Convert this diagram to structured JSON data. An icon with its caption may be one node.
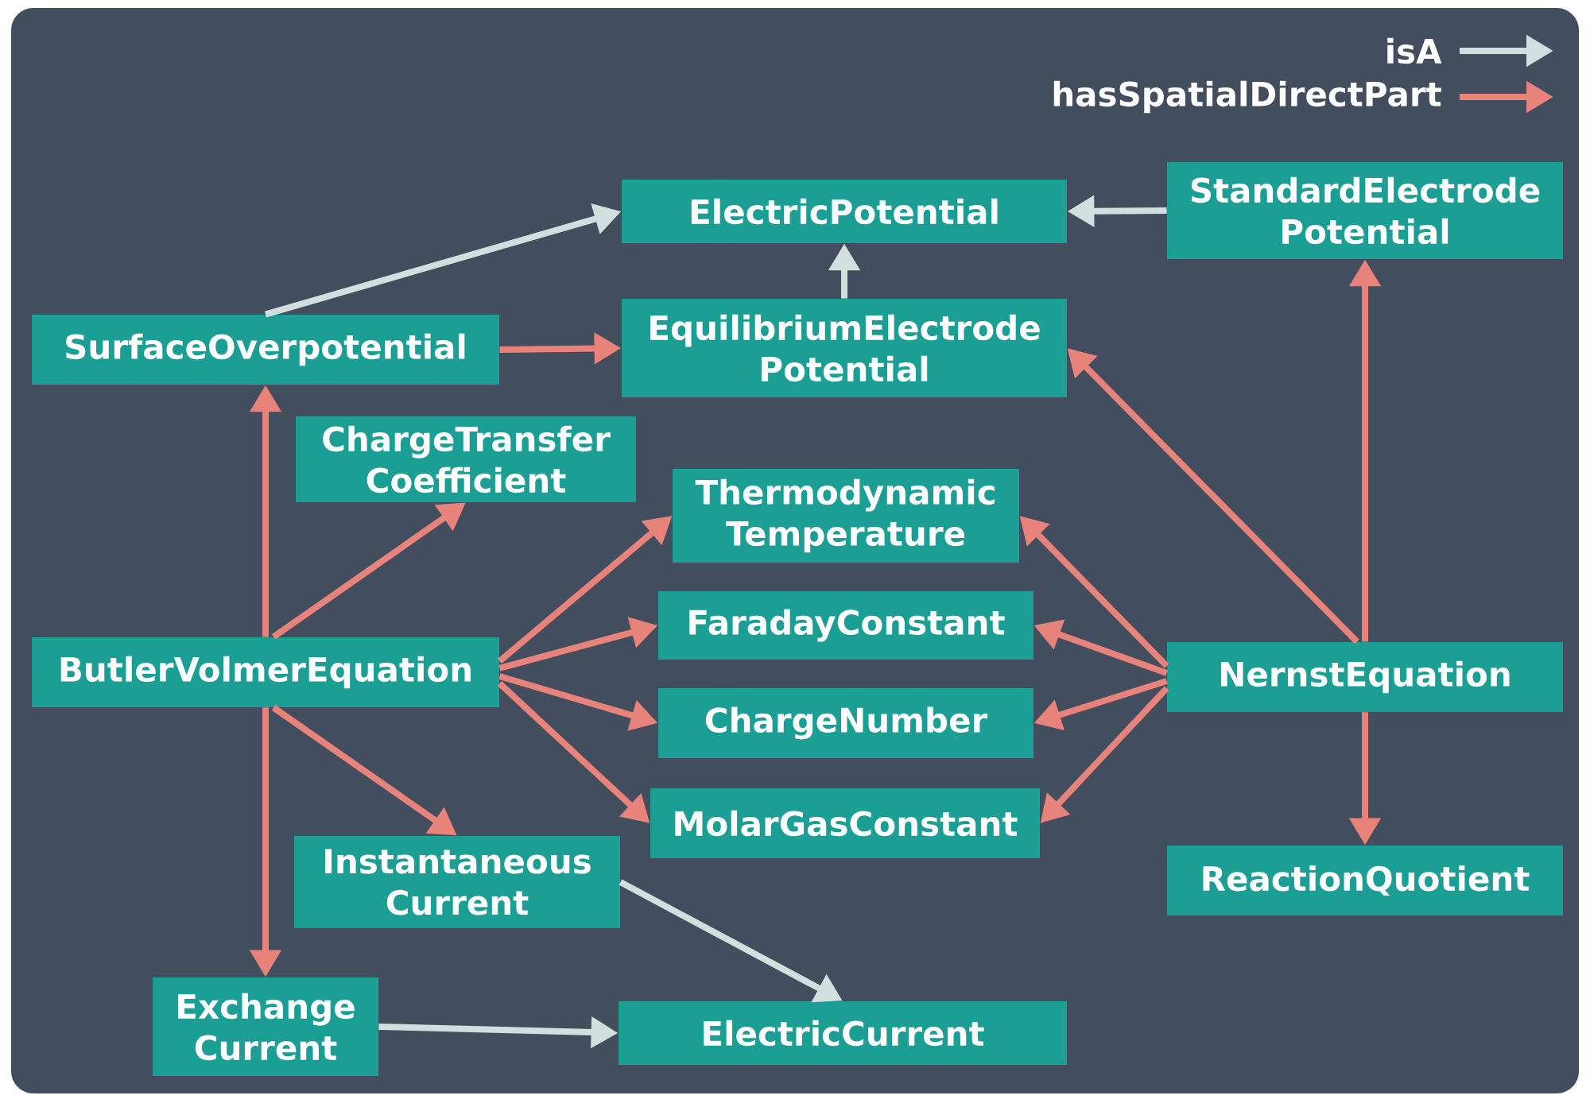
{
  "diagram": {
    "nodes": [
      {
        "text": [
          "ElectricPotential"
        ]
      },
      {
        "text": [
          "StandardElectrode Potential"
        ]
      },
      {
        "text": [
          "SurfaceOverpotential"
        ]
      },
      {
        "text": [
          "EquilibriumElectrode Potential"
        ]
      },
      {
        "text": [
          "ChargeTransfer Coefficient"
        ]
      },
      {
        "text": [
          "Thermodynamic Temperature"
        ]
      },
      {
        "text": [
          "FaradayConstant"
        ]
      },
      {
        "text": [
          "ButlerVolmerEquation"
        ]
      },
      {
        "text": [
          "NernstEquation"
        ]
      },
      {
        "text": [
          "ChargeNumber"
        ]
      },
      {
        "text": [
          "MolarGasConstant"
        ]
      },
      {
        "text": [
          "ReactionQuotient"
        ]
      },
      {
        "text": [
          "Instantaneous Current"
        ]
      },
      {
        "text": [
          "Exchange Current"
        ]
      },
      {
        "text": [
          "ElectricCurrent"
        ]
      }
    ],
    "edges": [
      {
        "from": 2,
        "to": 0,
        "arrow": "to",
        "color": "#d3dfdf"
      },
      {
        "from": 1,
        "to": 0,
        "arrow": "to",
        "color": "#d3dfdf"
      },
      {
        "from": 3,
        "to": 0,
        "arrow": "to",
        "color": "#d3dfdf"
      },
      {
        "from": 2,
        "to": 3,
        "arrow": "to"
      },
      {
        "from": 7,
        "to": 2,
        "arrow": "to"
      },
      {
        "from": 7,
        "to": 4,
        "arrow": "to"
      },
      {
        "from": 7,
        "to": 5,
        "arrow": "to"
      },
      {
        "from": 7,
        "to": 6,
        "arrow": "to"
      },
      {
        "from": 7,
        "to": 9,
        "arrow": "to"
      },
      {
        "from": 7,
        "to": 10,
        "arrow": "to"
      },
      {
        "from": 7,
        "to": 12,
        "arrow": "to"
      },
      {
        "from": 7,
        "to": 13,
        "arrow": "to"
      },
      {
        "from": 12,
        "to": 14,
        "arrow": "to",
        "color": "#d3dfdf"
      },
      {
        "from": 13,
        "to": 14,
        "arrow": "to",
        "color": "#d3dfdf"
      },
      {
        "from": 8,
        "to": 3,
        "arrow": "to"
      },
      {
        "from": 8,
        "to": 1,
        "arrow": "to"
      },
      {
        "from": 8,
        "to": 5,
        "arrow": "to"
      },
      {
        "from": 8,
        "to": 6,
        "arrow": "to"
      },
      {
        "from": 8,
        "to": 9,
        "arrow": "to"
      },
      {
        "from": 8,
        "to": 10,
        "arrow": "to"
      },
      {
        "from": 8,
        "to": 11,
        "arrow": "to"
      }
    ],
    "legend": [
      {
        "text": "isA"
      },
      {
        "text": "hasSpatialDirectPart"
      }
    ]
  }
}
